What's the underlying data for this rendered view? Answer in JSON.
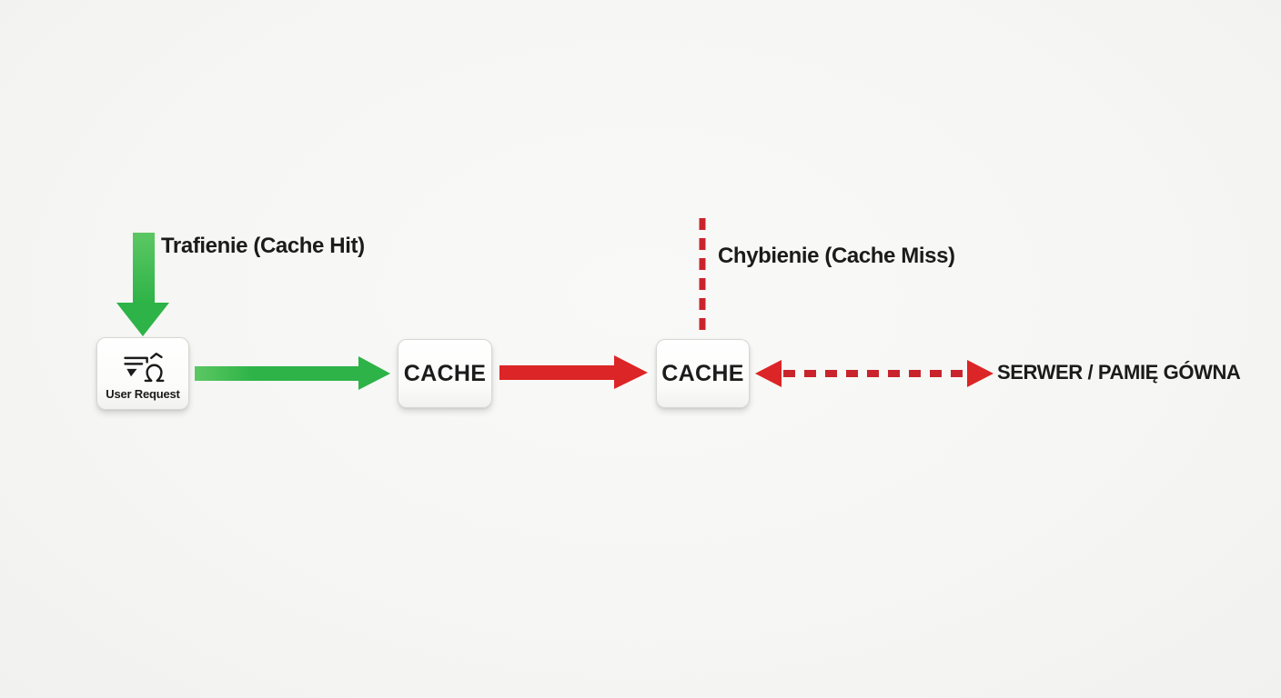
{
  "diagram": {
    "title": "cache-hit-miss-flow",
    "labels": {
      "cache_hit": "Trafienie (Cache Hit)",
      "cache_miss": "Chybienie (Cache Miss)",
      "server": "SERWER / PAMIĘ GÓWNA"
    },
    "nodes": {
      "user_request": {
        "label": "User Request",
        "icon": "user-request-icon"
      },
      "cache_left": {
        "label": "CACHE"
      },
      "cache_right": {
        "label": "CACHE"
      }
    },
    "colors": {
      "hit_green": "#2db347",
      "hit_green_light": "#5cc763",
      "miss_red": "#dc2526",
      "dashed_red": "#c9242c",
      "text": "#1b1b1b",
      "node_background": "#ffffff",
      "node_border": "#d7d7d3",
      "background": "#f6f6f4"
    }
  }
}
